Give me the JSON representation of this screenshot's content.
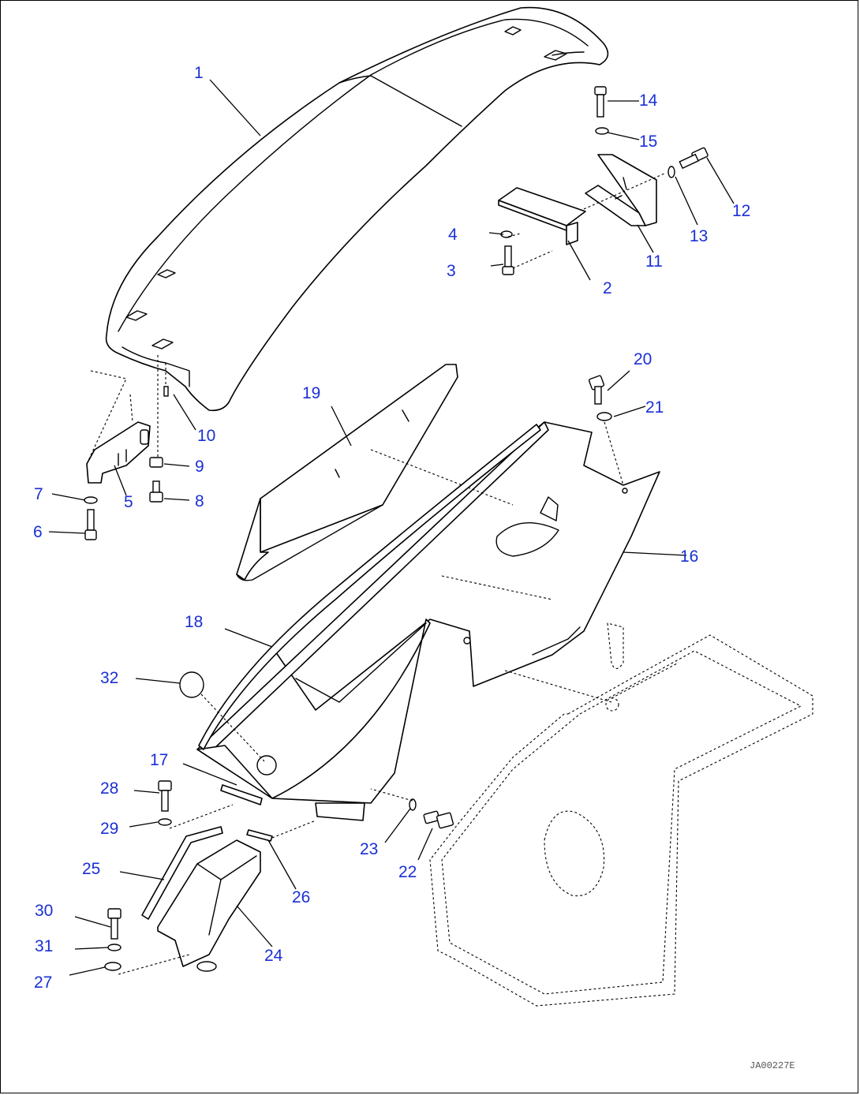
{
  "diagram": {
    "drawing_code": "JA00227E",
    "callouts": [
      "1",
      "2",
      "3",
      "4",
      "5",
      "6",
      "7",
      "8",
      "9",
      "10",
      "11",
      "12",
      "13",
      "14",
      "15",
      "16",
      "17",
      "18",
      "19",
      "20",
      "21",
      "22",
      "23",
      "24",
      "25",
      "26",
      "27",
      "28",
      "29",
      "30",
      "31",
      "32"
    ],
    "colors": {
      "callout_text": "#1a2fd6",
      "line": "#000000",
      "background": "#ffffff"
    }
  }
}
